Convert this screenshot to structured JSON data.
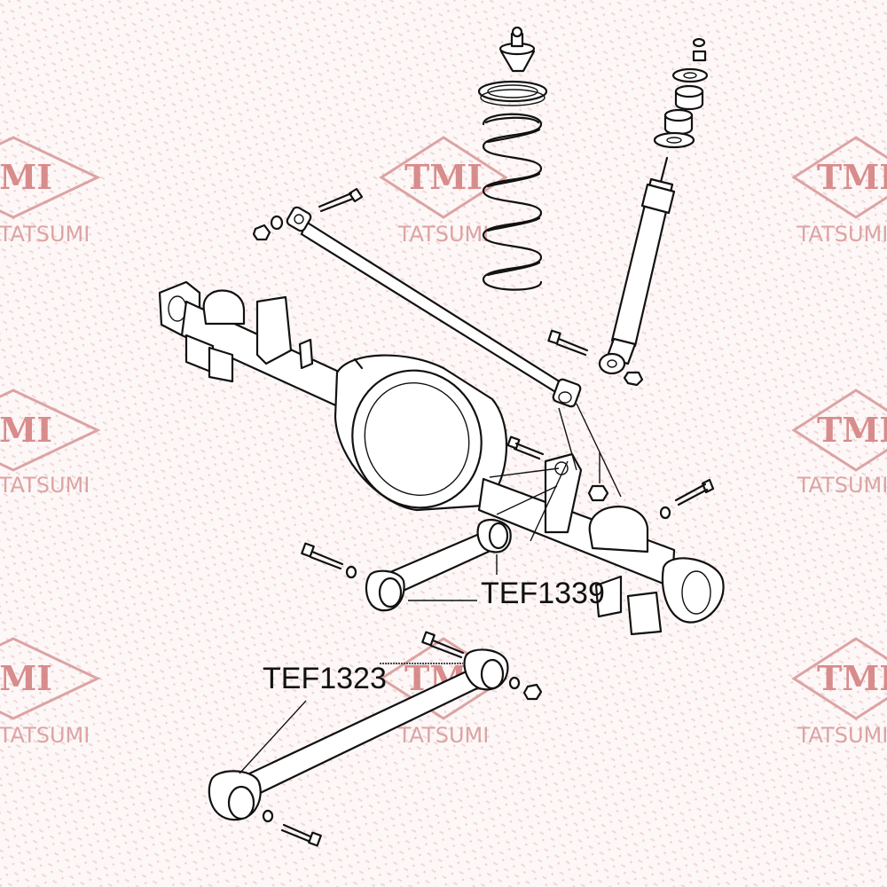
{
  "watermark": {
    "logo_text": "TMI",
    "brand_text": "TATSUMI",
    "color": "#d47f7f"
  },
  "parts": [
    {
      "id": "lower-control-arm",
      "label": "TEF1323"
    },
    {
      "id": "upper-control-arm",
      "label": "TEF1339"
    }
  ],
  "icons": [
    "coil-spring",
    "shock-absorber",
    "rear-axle-housing",
    "lateral-rod",
    "bolt",
    "nut",
    "washer",
    "bump-stop"
  ]
}
